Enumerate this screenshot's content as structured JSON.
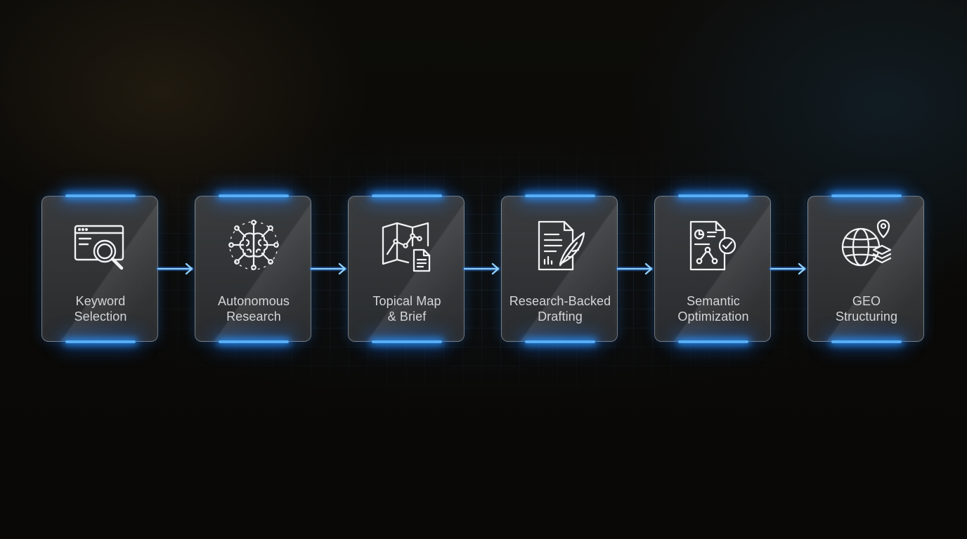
{
  "diagram": {
    "steps": [
      {
        "line1": "Keyword",
        "line2": "Selection",
        "icon": "keyword-search-icon"
      },
      {
        "line1": "Autonomous",
        "line2": "Research",
        "icon": "brain-network-icon"
      },
      {
        "line1": "Topical Map",
        "line2": "& Brief",
        "icon": "map-document-icon"
      },
      {
        "line1": "Research-Backed",
        "line2": "Drafting",
        "icon": "document-quill-icon"
      },
      {
        "line1": "Semantic",
        "line2": "Optimization",
        "icon": "report-check-icon"
      },
      {
        "line1": "GEO",
        "line2": "Structuring",
        "icon": "globe-location-icon"
      }
    ],
    "colors": {
      "accent": "#3aa4ff",
      "card_border": "#c8d7eb",
      "label": "#d4d6d8",
      "icon_stroke": "#f2f3f4",
      "background": "#0b0a07"
    }
  }
}
